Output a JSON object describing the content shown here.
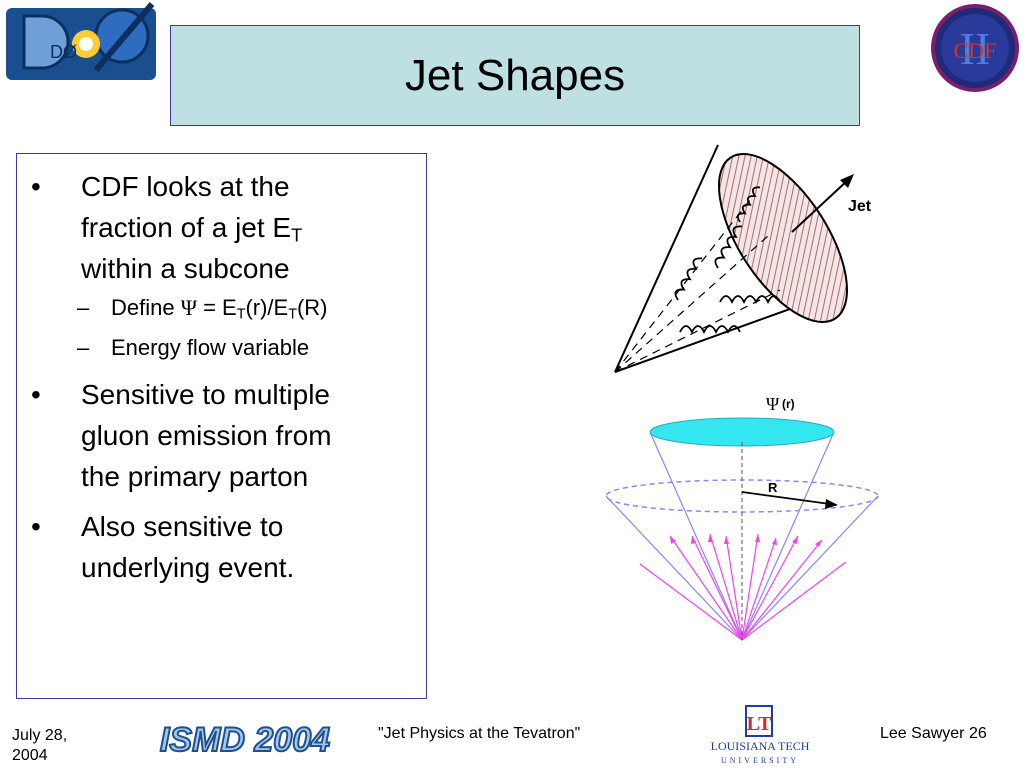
{
  "slide": {
    "title": "Jet Shapes",
    "bullets": [
      {
        "lines": [
          "CDF looks at the",
          "fraction of a jet E",
          "within  a subcone"
        ],
        "sub_T": "T"
      },
      {
        "sub": [
          "Define ",
          "Ψ",
          " = E",
          "T",
          "(r)/E",
          "T",
          "(R)"
        ]
      },
      {
        "sub2": "Energy flow variable"
      },
      {
        "lines": [
          "Sensitive to multiple",
          "gluon emission from",
          "the primary parton"
        ]
      },
      {
        "lines": [
          "Also sensitive to",
          "underlying event."
        ]
      }
    ],
    "bullet_glyph": "•",
    "dash_glyph": "–"
  },
  "diagram_top": {
    "label_jet": "Jet"
  },
  "diagram_bottom": {
    "label_psi": "Ψ",
    "label_psi_arg": "(r)",
    "label_R": "R"
  },
  "logos": {
    "left_top": "DØ",
    "right_top_numeral": "II",
    "right_top_text": "CDF",
    "conference": "ISMD 2004",
    "university": "LOUISIANA TECH",
    "university_sub": "UNIVERSITY",
    "university_mark": "LT"
  },
  "footer": {
    "date_line1": "July 28,",
    "date_line2": "2004",
    "talk_title": "\"Jet Physics at the Tevatron\"",
    "author_page": "Lee Sawyer 26"
  },
  "colors": {
    "title_bg": "#bfe0e3",
    "frame": "#3b3b9a",
    "cone_top": "#33e6f0",
    "cone_line": "#8888ee",
    "particle": "#ee44ee",
    "hatch": "#b06a6a"
  }
}
